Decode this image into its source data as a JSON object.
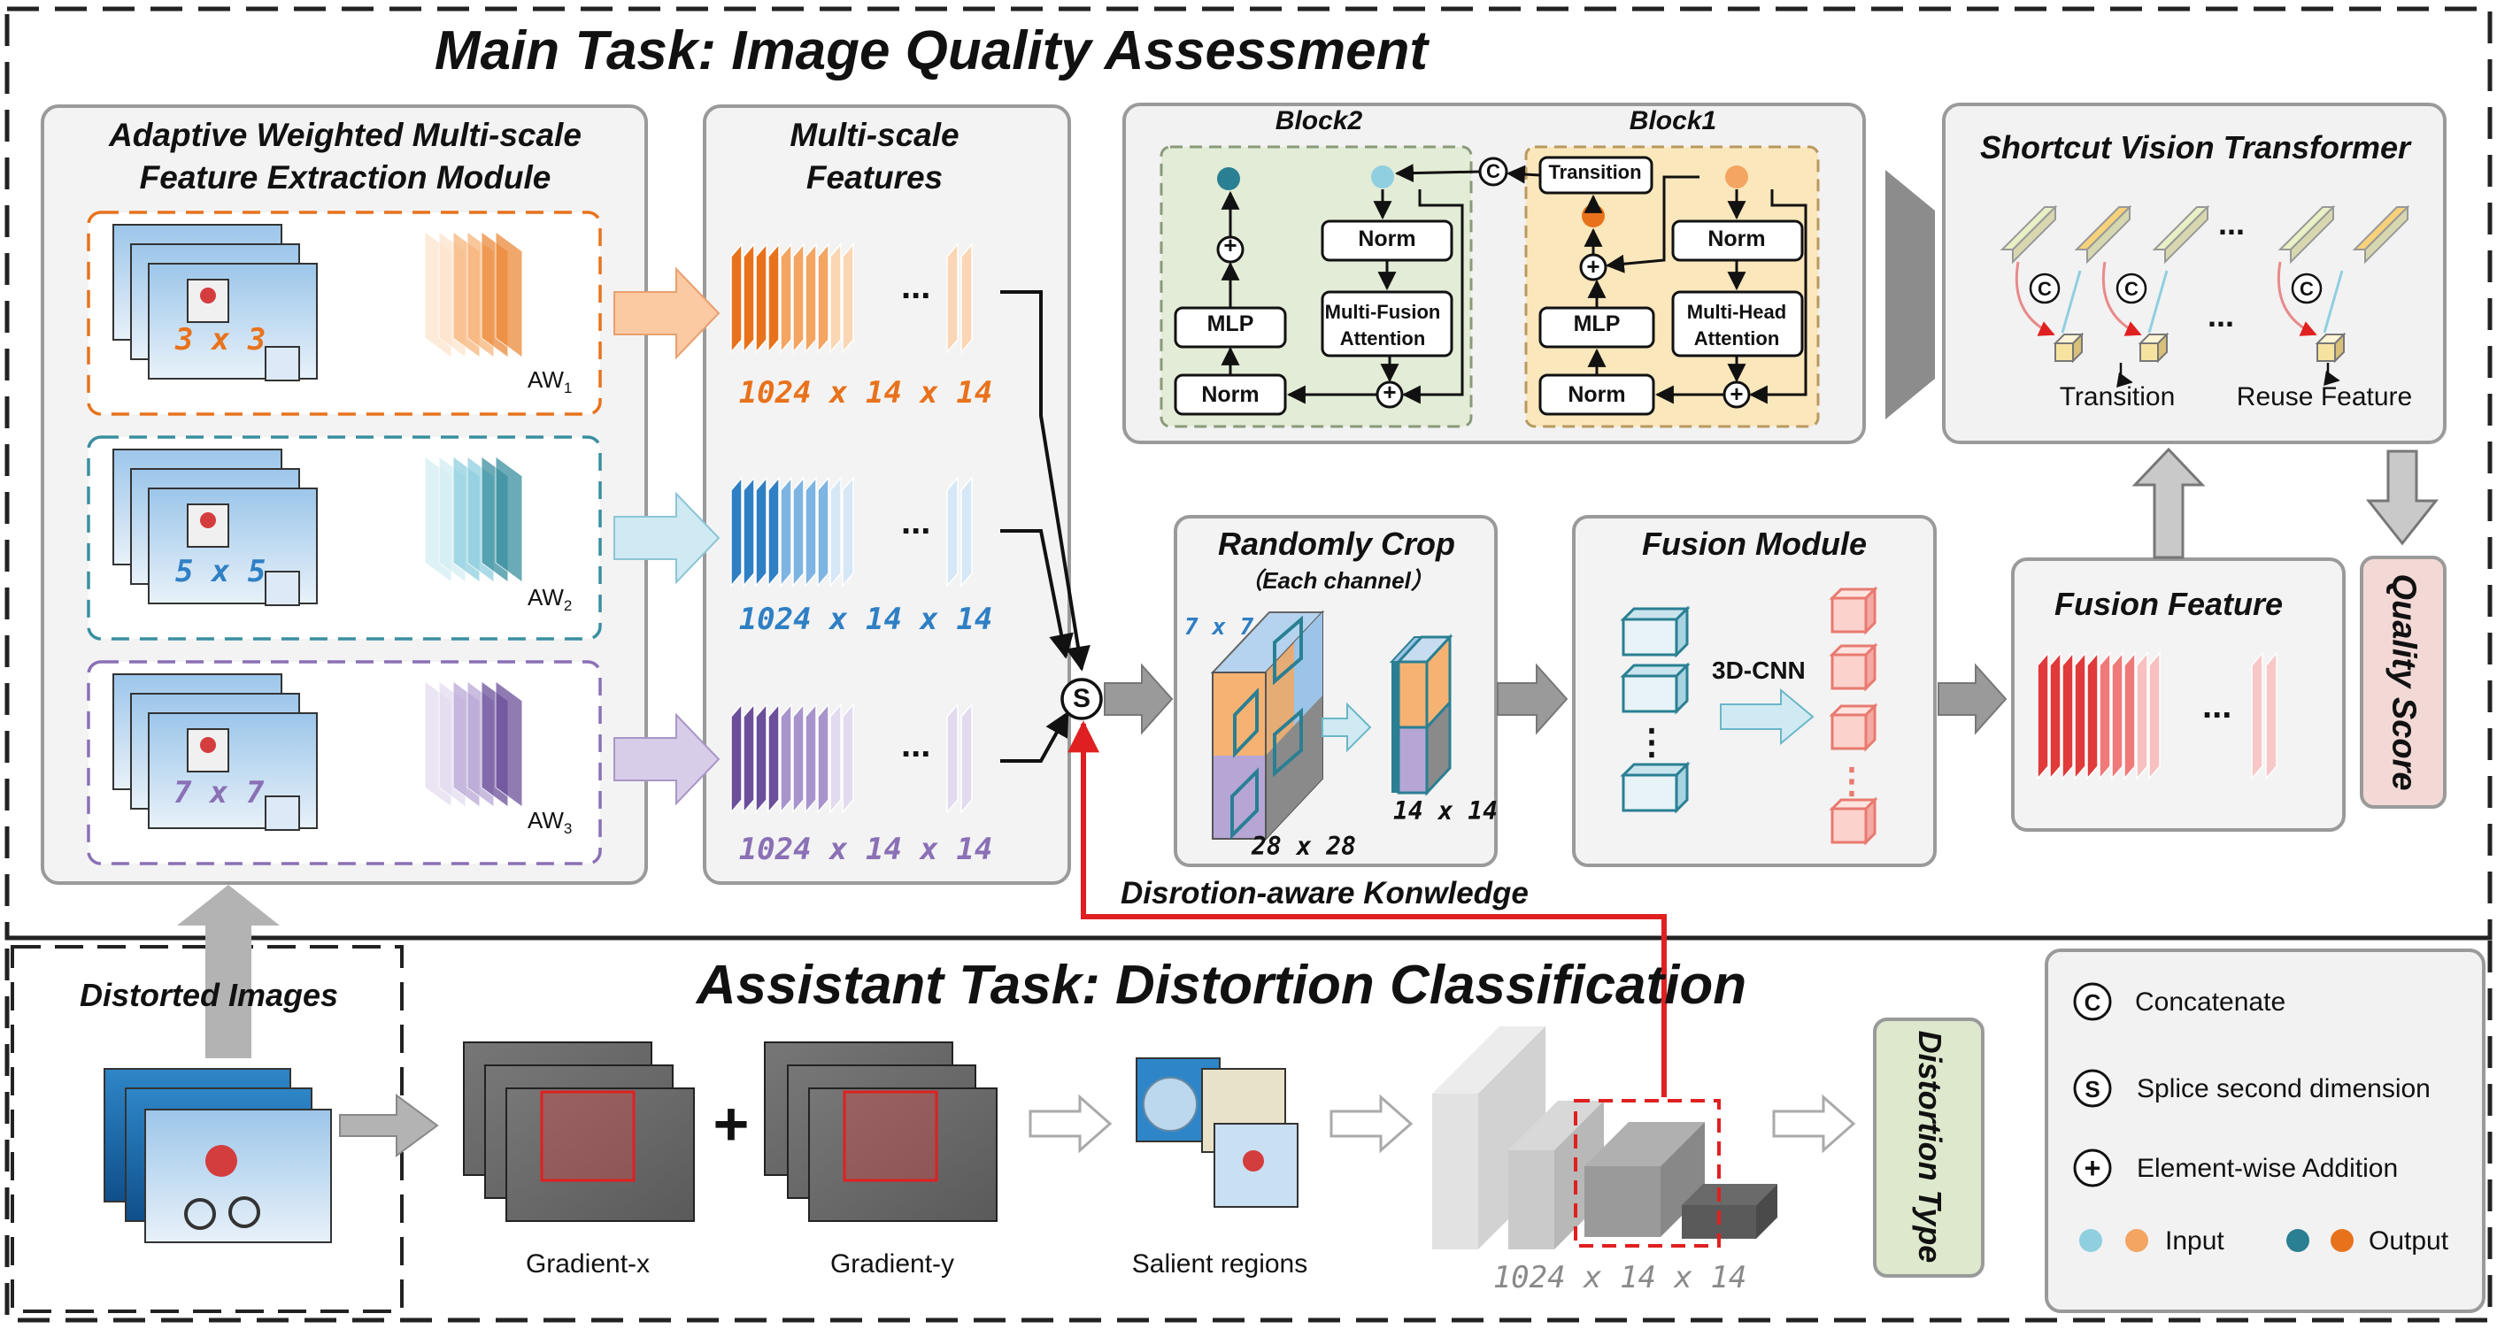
{
  "main_task": {
    "title": "Main Task: Image Quality Assessment"
  },
  "assistant_task": {
    "title": "Assistant Task: Distortion Classification"
  },
  "extraction_module": {
    "title_line1": "Adaptive Weighted Multi-scale",
    "title_line2": "Feature Extraction Module",
    "kernels": [
      "3 x 3",
      "5 x 5",
      "7 x 7"
    ],
    "weights": [
      "AW",
      "AW",
      "AW"
    ],
    "weight_subscripts": [
      "1",
      "2",
      "3"
    ]
  },
  "multiscale": {
    "title_line1": "Multi-scale",
    "title_line2": "Features",
    "dims": [
      "1024 x 14 x 14",
      "1024 x 14 x 14",
      "1024 x 14 x 14"
    ],
    "ellipsis": "..."
  },
  "splice_symbol": "S",
  "random_crop": {
    "title": "Randomly Crop",
    "subtitle": "（Each channel）",
    "crop_label": "7 x 7",
    "input_dims": "28 x 28",
    "output_dims": "14 x 14"
  },
  "fusion_module": {
    "title": "Fusion Module",
    "cnn_label": "3D-CNN"
  },
  "fusion_feature": {
    "title": "Fusion Feature",
    "ellipsis": "..."
  },
  "quality_score": "Quality Score",
  "blocks": {
    "block2_title": "Block2",
    "block1_title": "Block1",
    "norm": "Norm",
    "mlp": "MLP",
    "multi_fusion": [
      "Multi-Fusion",
      "Attention"
    ],
    "multi_head": [
      "Multi-Head",
      "Attention"
    ],
    "transition": "Transition",
    "concat_symbol": "C",
    "add_symbol": "+"
  },
  "svt": {
    "title": "Shortcut Vision Transformer",
    "transition_label": "Transition",
    "reuse_label": "Reuse Feature",
    "ellipsis": "..."
  },
  "distortion_knowledge": "Disrotion-aware Konwledge",
  "distorted_images": "Distorted Images",
  "gradient_x": "Gradient-x",
  "gradient_y": "Gradient-y",
  "plus": "+",
  "salient": "Salient regions",
  "cnn_dims": "1024 x 14 x 14",
  "distortion_type": "Distortion Type",
  "legend": {
    "concat": "Concatenate",
    "splice": "Splice second dimension",
    "addition": "Element-wise Addition",
    "input": "Input",
    "output": "Output",
    "concat_symbol": "C",
    "splice_symbol": "S",
    "add_symbol": "+"
  },
  "colors": {
    "orange": "#e8721c",
    "blue": "#2f7fc4",
    "teal": "#3a8fa0",
    "purple": "#6b4f9a",
    "red": "#e03a3a",
    "block2_bg": "#e3ecd6",
    "block1_bg": "#fbe7bc",
    "quality_bg": "#f3d9d6",
    "dtype_bg": "#dde8cc",
    "panel_bg": "#f2f2f2",
    "input_light_blue": "#8fcfe0",
    "input_orange": "#f3a561",
    "output_teal": "#2a7f92",
    "output_orange": "#e8721c"
  }
}
